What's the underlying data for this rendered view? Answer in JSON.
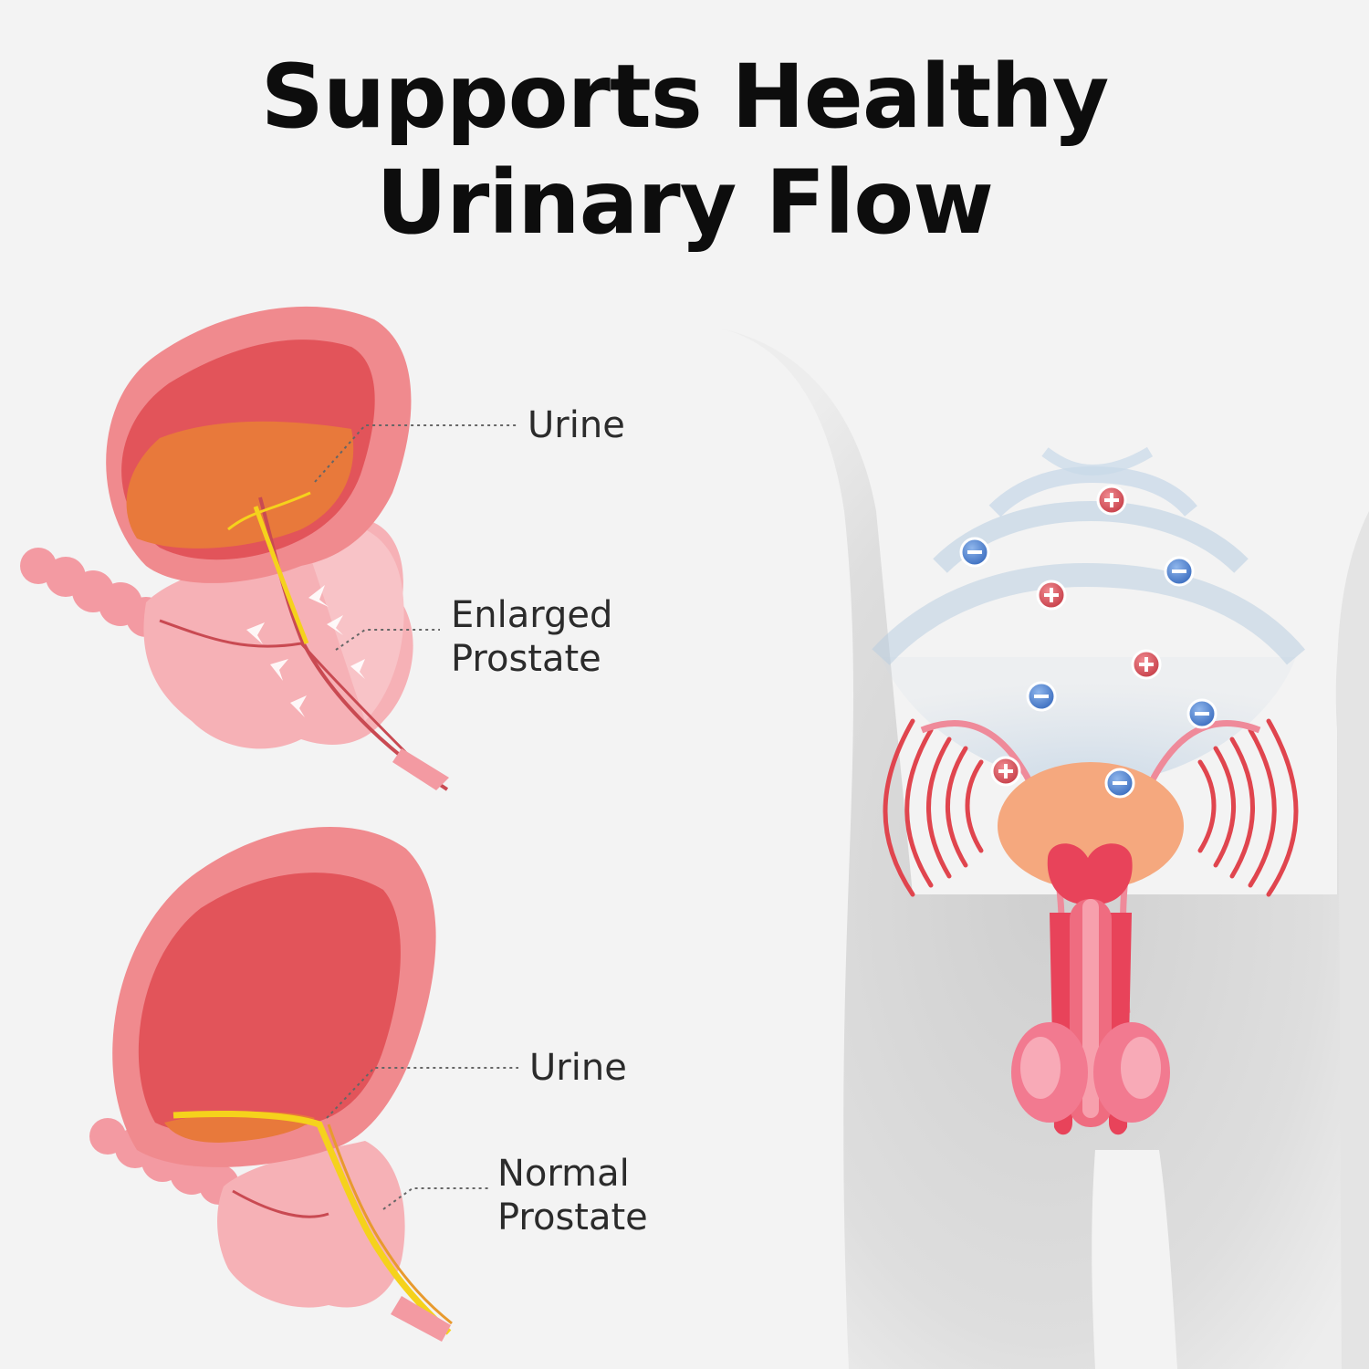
{
  "title": {
    "line1": "Supports Healthy",
    "line2": "Urinary Flow"
  },
  "top_diagram": {
    "urine_label": "Urine",
    "prostate_label_line1": "Enlarged",
    "prostate_label_line2": "Prostate"
  },
  "bottom_diagram": {
    "urine_label": "Urine",
    "prostate_label_line1": "Normal",
    "prostate_label_line2": "Prostate"
  },
  "colors": {
    "bladder_outer": "#f08a8e",
    "bladder_inner": "#e2545a",
    "urine": "#e8793b",
    "prostate": "#f6b6bb",
    "flow": "#f5d21c",
    "body_silhouette": "#d9d9d9",
    "positive_ion": "#d94f57",
    "negative_ion": "#4a7fc9"
  },
  "icons": {
    "positive_ion": "plus-icon",
    "negative_ion": "minus-icon"
  }
}
